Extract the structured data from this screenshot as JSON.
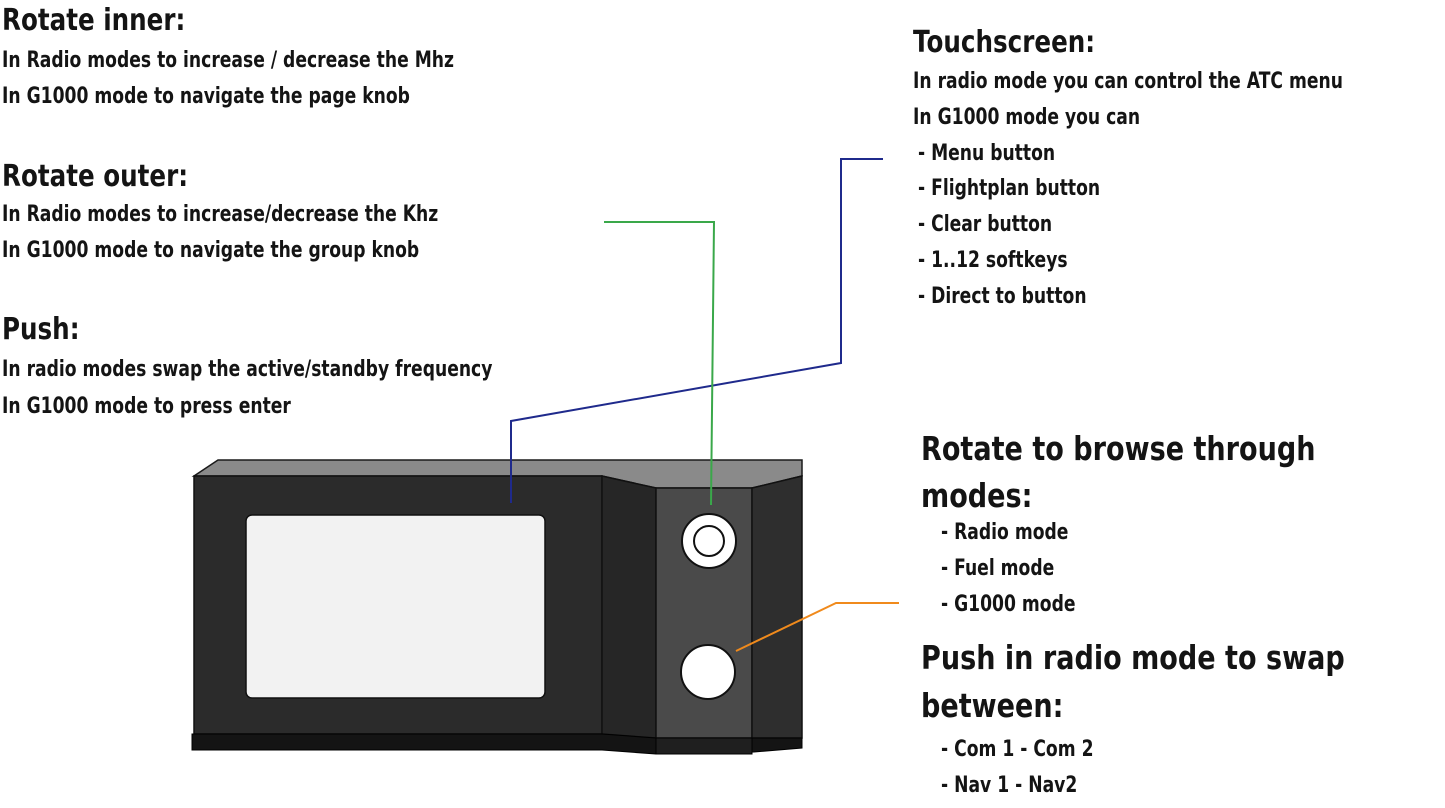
{
  "sections": {
    "rotate_inner": {
      "title": "Rotate inner:",
      "lines": [
        "In Radio modes to increase / decrease the Mhz",
        "In G1000 mode to navigate the page knob"
      ]
    },
    "rotate_outer": {
      "title": "Rotate outer:",
      "lines": [
        "In Radio modes to increase/decrease the Khz",
        "In G1000 mode to navigate the group knob"
      ]
    },
    "push": {
      "title": "Push:",
      "lines": [
        "In radio modes swap the active/standby frequency",
        "In G1000 mode to press enter"
      ]
    },
    "touchscreen": {
      "title": "Touchscreen:",
      "lines": [
        "In radio mode you can control the ATC menu",
        "In G1000 mode you can",
        " - Menu button",
        " - Flightplan button",
        " - Clear button",
        " - 1..12 softkeys",
        " - Direct to button"
      ]
    },
    "rotate_modes": {
      "title_lines": [
        "Rotate to browse through",
        "modes:"
      ],
      "items": [
        " - Radio mode",
        " - Fuel mode",
        " - G1000 mode"
      ]
    },
    "push_modes": {
      "title_lines": [
        "Push in radio mode to swap",
        "between:"
      ],
      "items": [
        " - Com 1  - Com 2",
        " - Nav 1   - Nav2"
      ]
    }
  },
  "colors": {
    "text": "#141414",
    "device_body": "#2b2b2b",
    "device_top": "#8a8a8a",
    "knob_panel": "#4a4a4a",
    "knob_panel_top": "#a6a6a6",
    "screen": "#f2f2f2",
    "leader_touchscreen": "#1f2a8c",
    "leader_encoder_top": "#3aa84a",
    "leader_encoder_bottom": "#f08a1c"
  }
}
